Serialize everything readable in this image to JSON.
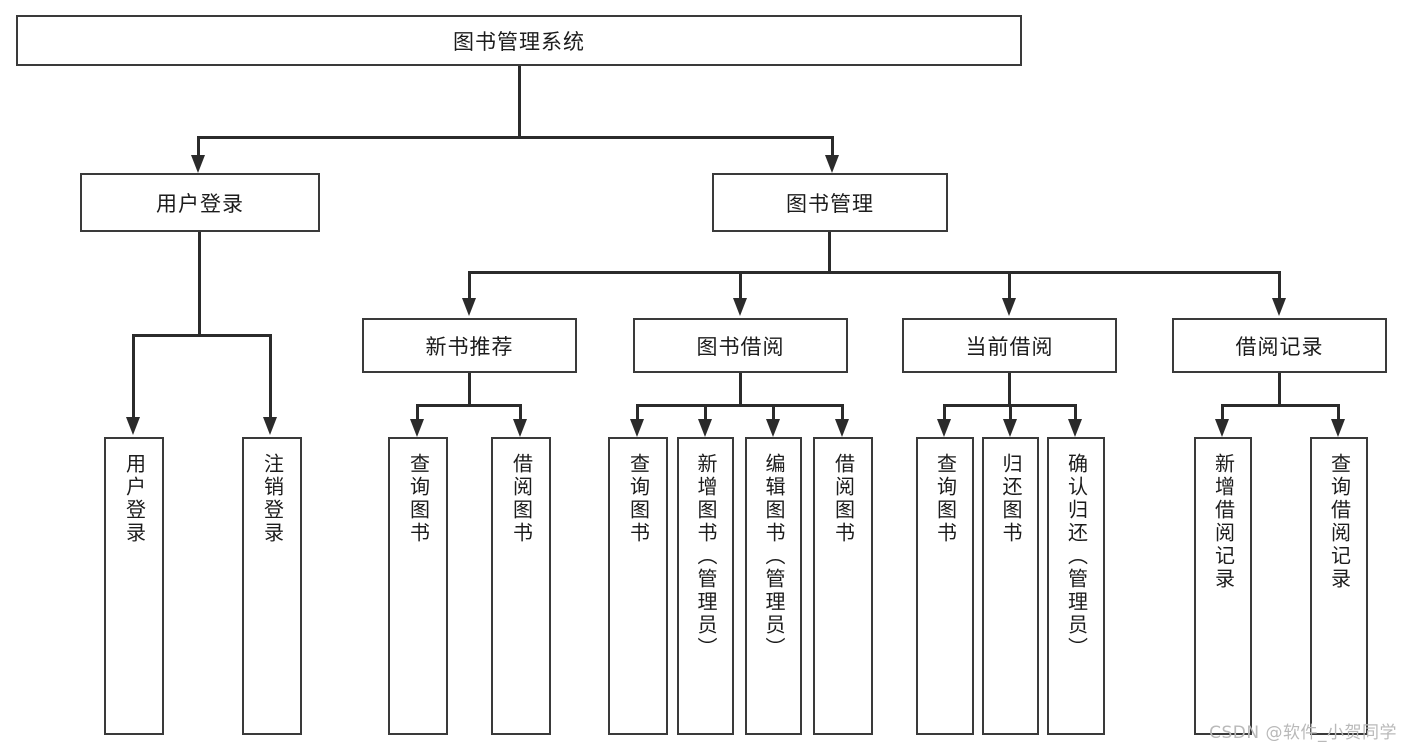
{
  "diagram": {
    "type": "tree-hierarchy",
    "title": "图书管理系统",
    "root": {
      "label": "图书管理系统"
    },
    "level1": [
      {
        "id": "user-login",
        "label": "用户登录"
      },
      {
        "id": "book-management",
        "label": "图书管理"
      }
    ],
    "level2": [
      {
        "id": "new-book-recommend",
        "label": "新书推荐",
        "parent": "book-management"
      },
      {
        "id": "book-borrow",
        "label": "图书借阅",
        "parent": "book-management"
      },
      {
        "id": "current-borrow",
        "label": "当前借阅",
        "parent": "book-management"
      },
      {
        "id": "borrow-record",
        "label": "借阅记录",
        "parent": "book-management"
      }
    ],
    "leaves": [
      {
        "id": "leaf-user-login",
        "label": "用户登录",
        "parent": "user-login"
      },
      {
        "id": "leaf-user-logout",
        "label": "注销登录",
        "parent": "user-login"
      },
      {
        "id": "leaf-query-book-1",
        "label": "查询图书",
        "parent": "new-book-recommend"
      },
      {
        "id": "leaf-borrow-book-1",
        "label": "借阅图书",
        "parent": "new-book-recommend"
      },
      {
        "id": "leaf-query-book-2",
        "label": "查询图书",
        "parent": "book-borrow"
      },
      {
        "id": "leaf-add-book",
        "label": "新增图书（管理员）",
        "parent": "book-borrow"
      },
      {
        "id": "leaf-edit-book",
        "label": "编辑图书（管理员）",
        "parent": "book-borrow"
      },
      {
        "id": "leaf-borrow-book-2",
        "label": "借阅图书",
        "parent": "book-borrow"
      },
      {
        "id": "leaf-query-book-3",
        "label": "查询图书",
        "parent": "current-borrow"
      },
      {
        "id": "leaf-return-book",
        "label": "归还图书",
        "parent": "current-borrow"
      },
      {
        "id": "leaf-confirm-return",
        "label": "确认归还（管理员）",
        "parent": "current-borrow"
      },
      {
        "id": "leaf-add-record",
        "label": "新增借阅记录",
        "parent": "borrow-record"
      },
      {
        "id": "leaf-query-record",
        "label": "查询借阅记录",
        "parent": "borrow-record"
      }
    ]
  },
  "watermark": {
    "text": "CSDN @软件_小贺同学"
  },
  "colors": {
    "stroke": "#3a3a3a",
    "connector": "#2b2b2b",
    "background": "#ffffff",
    "text": "#1c1c1c",
    "watermark": "#b9b9b9"
  }
}
